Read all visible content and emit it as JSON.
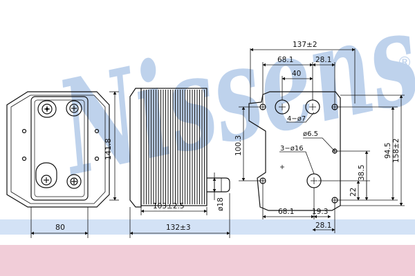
{
  "colors": {
    "watermark": "#a9c3e6",
    "band_blue": "#d3e2f6",
    "band_pink": "#f1cdd8",
    "line": "#111111"
  },
  "watermark": {
    "brand": "Nissens",
    "registered": "®"
  },
  "front_view": {
    "width_label": "80",
    "height_label": "141.8"
  },
  "side_view": {
    "core_length_label": "103±2.5",
    "overall_length_label": "132±3",
    "nozzle_label": "ø18"
  },
  "flange_view": {
    "width_137": "137±2",
    "top_68": "68.1",
    "top_28": "28.1",
    "spacing_40": "40",
    "holes_4": "4−ø7",
    "hole_6_5": "ø6.5",
    "holes_3": "3−ø16",
    "height_100": "100.3",
    "height_94": "94.5",
    "height_158": "158±2",
    "height_38": "38.5",
    "height_22": "22",
    "bottom_68": "68.1",
    "bottom_19": "19.3",
    "bottom_28": "28.1"
  }
}
